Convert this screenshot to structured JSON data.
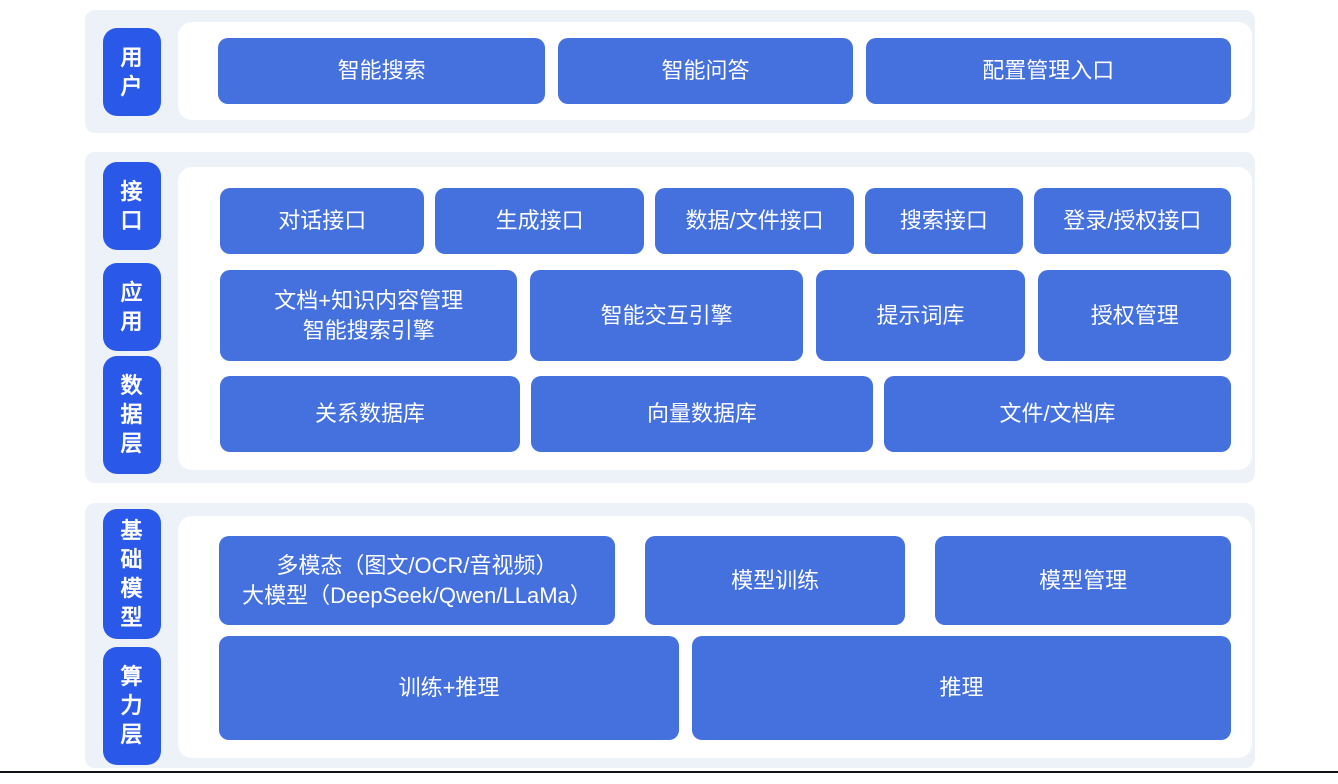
{
  "colors": {
    "band_background": "#edf1f8",
    "panel_background": "#ffffff",
    "block_blue": "#4571de",
    "label_pill_blue": "#2a58e8",
    "text": "#ffffff",
    "bottom_rule": "#10131a"
  },
  "diagram": {
    "groups": [
      {
        "key": "user",
        "rows": [
          {
            "key": "user",
            "label": "用户",
            "buttons": [
              "智能搜索",
              "智能问答",
              "配置管理入口"
            ]
          }
        ]
      },
      {
        "key": "platform",
        "rows": [
          {
            "key": "interface",
            "label": "接口",
            "buttons": [
              "对话接口",
              "生成接口",
              "数据/文件接口",
              "搜索接口",
              "登录/授权接口"
            ]
          },
          {
            "key": "application",
            "label": "应用",
            "buttons": [
              {
                "lines": [
                  "文档+知识内容管理",
                  "智能搜索引擎"
                ]
              },
              "智能交互引擎",
              "提示词库",
              "授权管理"
            ]
          },
          {
            "key": "data-layer",
            "label": "数据层",
            "buttons": [
              "关系数据库",
              "向量数据库",
              "文件/文档库"
            ]
          }
        ]
      },
      {
        "key": "infrastructure",
        "rows": [
          {
            "key": "foundation-model",
            "label": "基础模型",
            "buttons": [
              {
                "lines": [
                  "多模态（图文/OCR/音视频）",
                  "大模型（DeepSeek/Qwen/LLaMa）"
                ]
              },
              "模型训练",
              "模型管理"
            ]
          },
          {
            "key": "compute-layer",
            "label": "算力层",
            "buttons": [
              "训练+推理",
              "推理"
            ]
          }
        ]
      }
    ]
  }
}
